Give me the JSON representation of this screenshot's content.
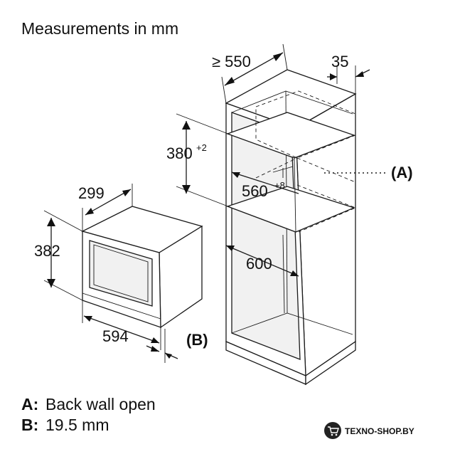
{
  "title": "Measurements in mm",
  "dimensions": {
    "cabinet_depth": "≥ 550",
    "back_gap": "35",
    "niche_height": "380",
    "niche_height_tolerance": "+2",
    "niche_width": "560",
    "niche_width_tolerance": "+8",
    "cabinet_inner_width": "600",
    "appliance_depth": "299",
    "appliance_height": "382",
    "appliance_width": "594"
  },
  "callouts": {
    "a": "(A)",
    "b": "(B)"
  },
  "legend": [
    {
      "key": "A:",
      "text": "Back wall open"
    },
    {
      "key": "B:",
      "text": "19.5 mm"
    }
  ],
  "watermark": "TEXNO-SHOP.BY"
}
